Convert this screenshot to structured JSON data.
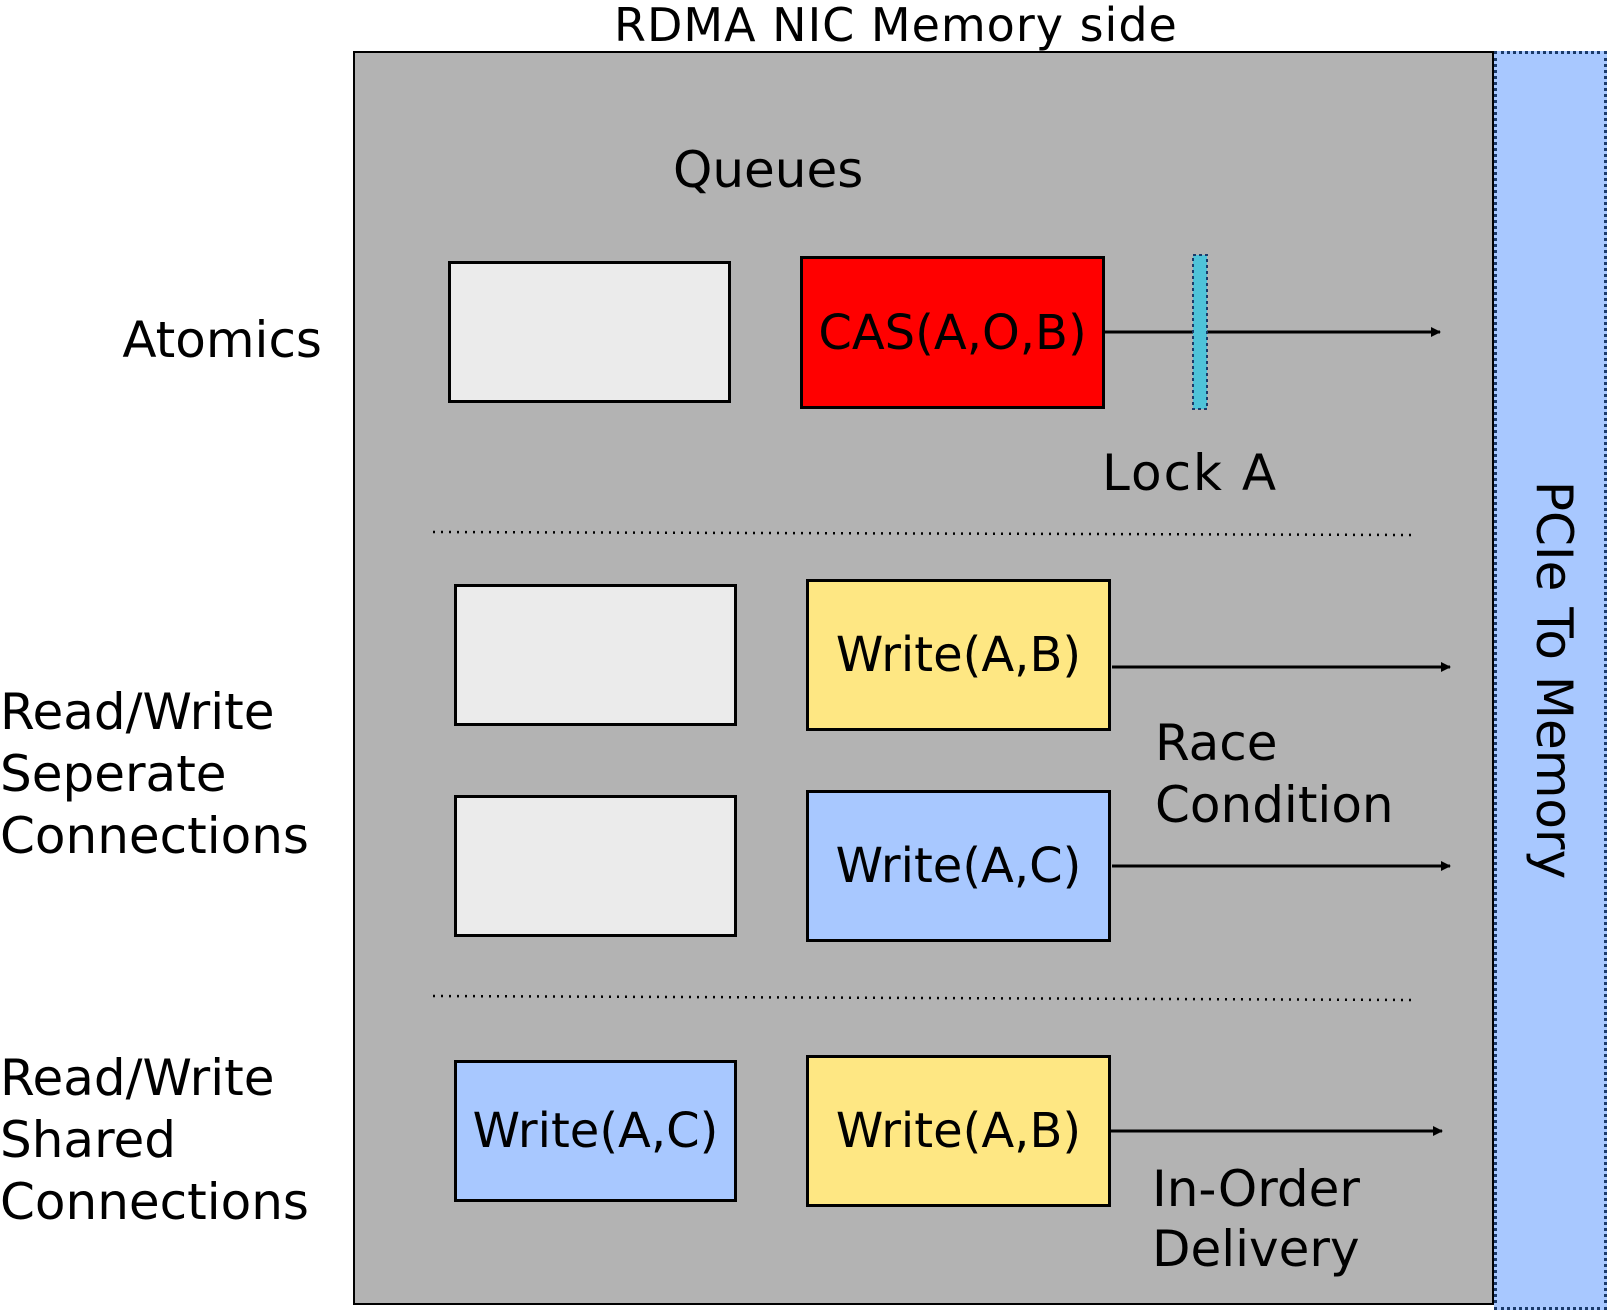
{
  "title": "RDMA NIC Memory side",
  "queues_label": "Queues",
  "pcie_label": "PCIe To Memory",
  "rows": {
    "atomics": {
      "label_lines": [
        "Atomics"
      ],
      "queued_op": "CAS(A,O,B)",
      "note": "Lock A"
    },
    "separate": {
      "label_lines": [
        "Read/Write",
        "Seperate",
        "Connections"
      ],
      "op_1": "Write(A,B)",
      "op_2": "Write(A,C)",
      "note_lines": [
        "Race",
        "Condition"
      ]
    },
    "shared": {
      "label_lines": [
        "Read/Write",
        "Shared",
        "Connections"
      ],
      "op_back": "Write(A,C)",
      "op_front": "Write(A,B)",
      "note_lines": [
        "In-Order",
        "Delivery"
      ]
    }
  },
  "colors": {
    "panel": "#b3b3b3",
    "pcie": "#a8c8ff",
    "empty_queue": "#ebebeb",
    "cas": "#ff0000",
    "write_ab": "#fee783",
    "write_ac": "#a8c8ff",
    "lock": "#4fc3d9"
  }
}
